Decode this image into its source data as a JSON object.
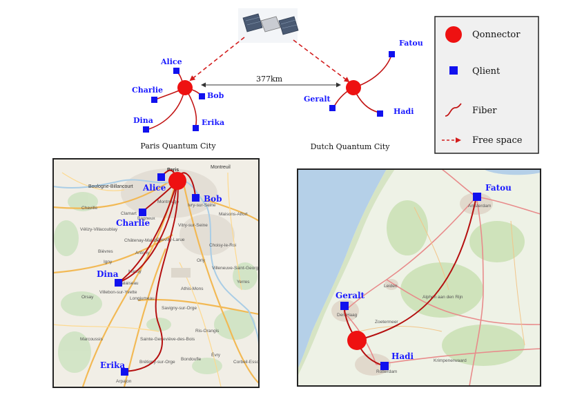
{
  "diagram": {
    "distance_label": "377km",
    "paris": {
      "caption": "Paris Quantum City",
      "clients": [
        "Alice",
        "Bob",
        "Charlie",
        "Dina",
        "Erika"
      ]
    },
    "dutch": {
      "caption": "Dutch Quantum City",
      "clients": [
        "Fatou",
        "Geralt",
        "Hadi"
      ]
    }
  },
  "legend": {
    "qonnector": "Qonnector",
    "qlient": "Qlient",
    "fiber": "Fiber",
    "free_space": "Free space"
  },
  "paris_map": {
    "clients": [
      "Alice",
      "Bob",
      "Charlie",
      "Dina",
      "Erika"
    ],
    "towns": [
      "Paris",
      "Montreuil",
      "Boulogne-Billancourt",
      "Montrouge",
      "Ivry-sur-Seine",
      "Chaville",
      "Clamart",
      "Bagneux",
      "Vitry-sur-Seine",
      "Maisons-Alfort",
      "Vélizy-Villacoublay",
      "Châtenay-Malabry",
      "Chevilly-Larue",
      "Choisy-le-Roi",
      "Bièvres",
      "Antony",
      "Igny",
      "Massy",
      "Orly",
      "Palaiseau",
      "Villeneuve-Saint-Georges",
      "Orsay",
      "Villebon-sur-Yvette",
      "Longjumeau",
      "Athis-Mons",
      "Yerres",
      "Savigny-sur-Orge",
      "Marcoussis",
      "Sainte-Geneviève-des-Bois",
      "Ris-Orangis",
      "Évry",
      "Brétigny-sur-Orge",
      "Bondoufle",
      "Corbeil-Essonnes",
      "Arpajon"
    ]
  },
  "nl_map": {
    "clients": [
      "Fatou",
      "Geralt",
      "Hadi"
    ],
    "towns": [
      "Amsterdam",
      "Leiden",
      "Den Haag",
      "Zoetermeer",
      "Rotterdam",
      "Alphen aan den Rijn",
      "Krimpenerwaard"
    ]
  }
}
